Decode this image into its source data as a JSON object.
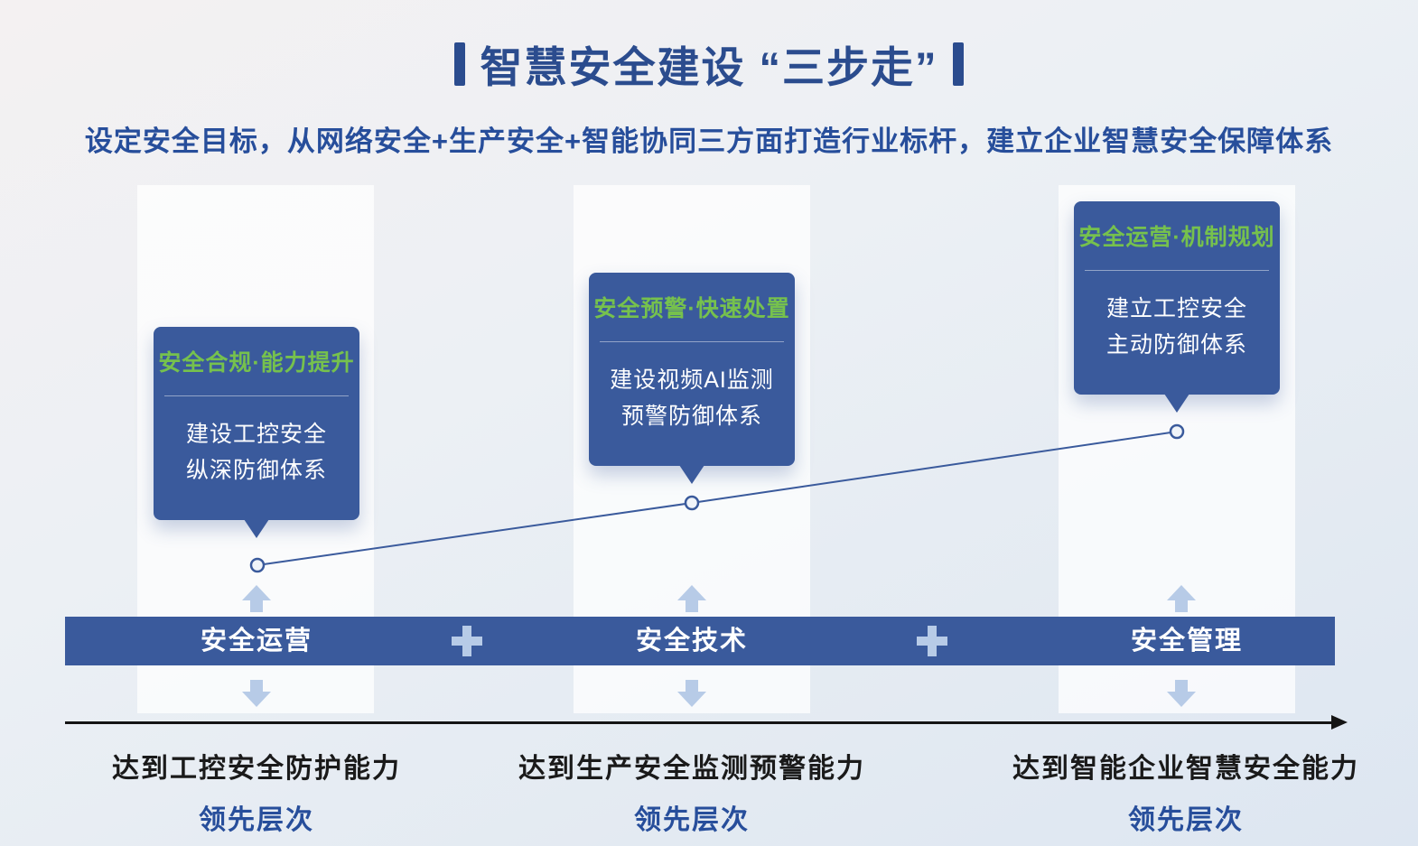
{
  "header": {
    "title": "智慧安全建设 “三步走”",
    "subtitle": "设定安全目标，从网络安全+生产安全+智能协同三方面打造行业标杆，建立企业智慧安全保障体系"
  },
  "steps": [
    {
      "tag": "安全合规·能力提升",
      "body": [
        "建设工控安全",
        "纵深防御体系"
      ],
      "pillar": "安全运营",
      "caption": "达到工控安全防护能力",
      "caption_level": "领先层次"
    },
    {
      "tag": "安全预警·快速处置",
      "body": [
        "建设视频AI监测",
        "预警防御体系"
      ],
      "pillar": "安全技术",
      "caption": "达到生产安全监测预警能力",
      "caption_level": "领先层次"
    },
    {
      "tag": "安全运营·机制规划",
      "body": [
        "建立工控安全",
        "主动防御体系"
      ],
      "pillar": "安全管理",
      "caption": "达到智能企业智慧安全能力",
      "caption_level": "领先层次"
    }
  ],
  "colors": {
    "primary_blue": "#3a5a9c",
    "title_blue": "#2b4c8e",
    "subtitle_blue": "#274e9b",
    "accent_green": "#76c14d",
    "light_blue": "#b7cbe7",
    "caption_dark": "#1a1a1a"
  }
}
